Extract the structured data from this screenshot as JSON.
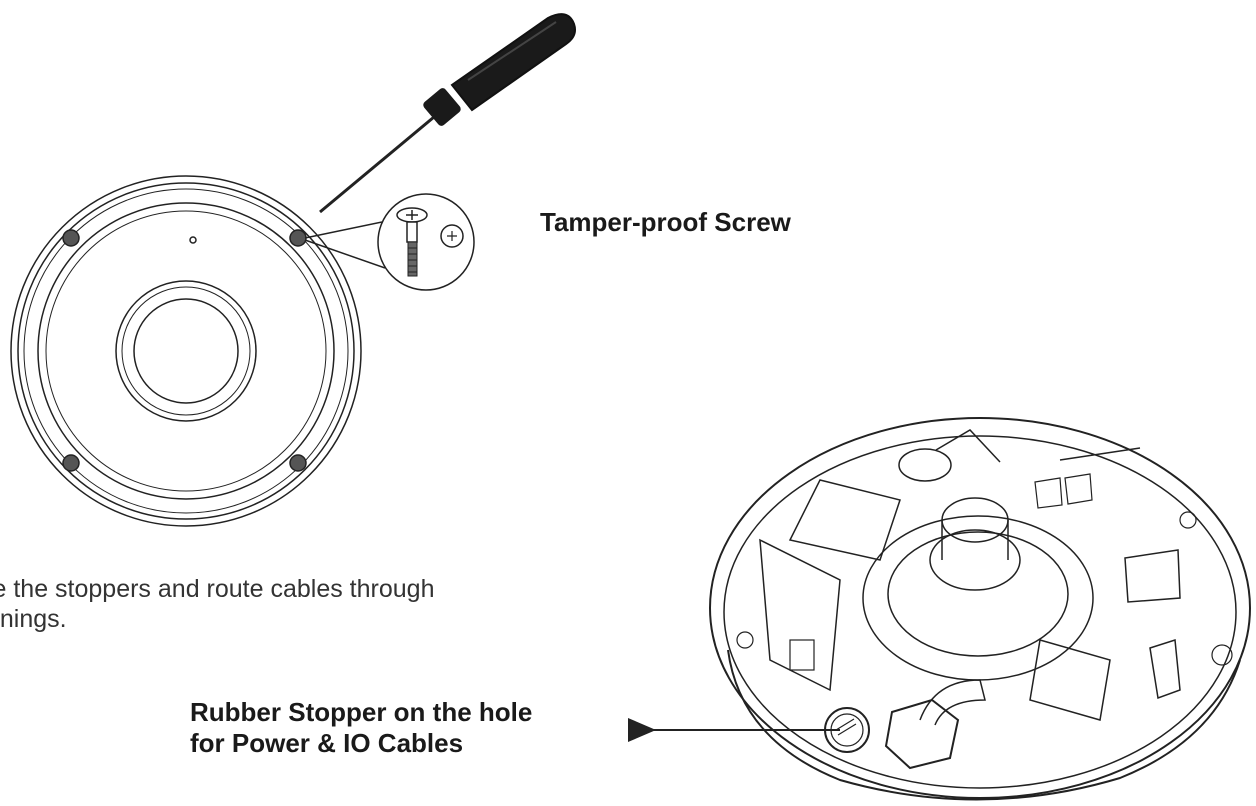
{
  "labels": {
    "tamper_proof_screw": "Tamper-proof Screw",
    "rubber_stopper_line1": "Rubber Stopper on the hole",
    "rubber_stopper_line2": "for Power & IO Cables"
  },
  "instruction": {
    "line1": "ve the stoppers and route cables through",
    "line2": "enings."
  },
  "icons": [
    "screwdriver-icon",
    "tamper-proof-screw-icon",
    "camera-cover-icon",
    "camera-base-icon",
    "arrow-icon"
  ],
  "colors": {
    "line": "#222222",
    "screwdriver_handle": "#1a1a1a",
    "background": "#ffffff"
  }
}
